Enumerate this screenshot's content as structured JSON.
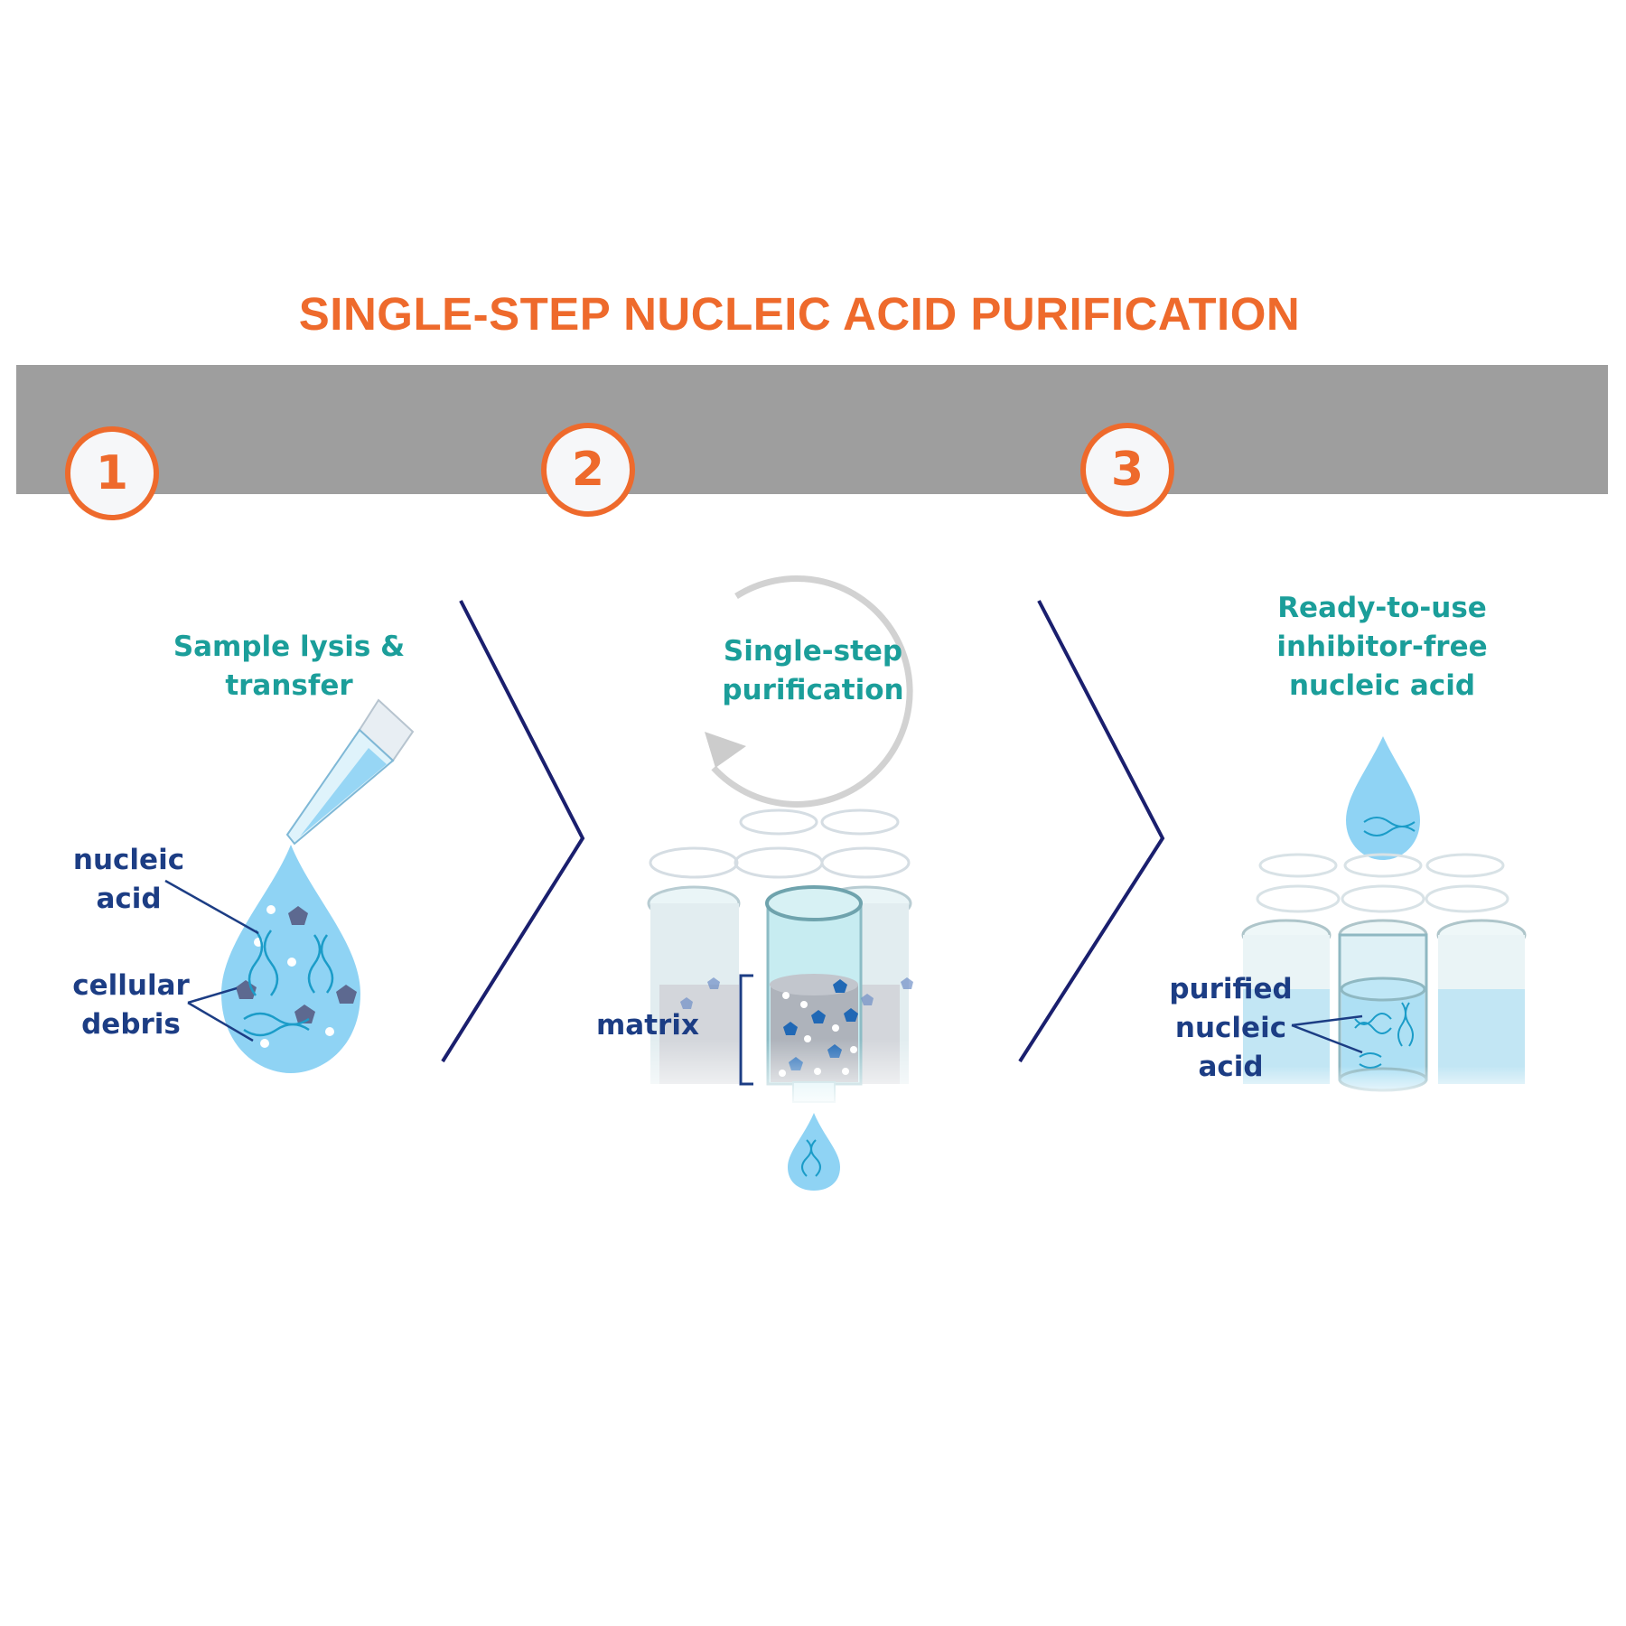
{
  "title": "SINGLE-STEP NUCLEIC ACID PURIFICATION",
  "colors": {
    "accent": "#ee6a2c",
    "band": "#9e9e9e",
    "teal_text": "#1b9e9a",
    "navy_text": "#1c3d84",
    "chevron": "#1a1f6e",
    "droplet": "#8fd3f4"
  },
  "steps": [
    {
      "number": "1",
      "caption_line1": "Sample lysis &",
      "caption_line2": "transfer",
      "labels": {
        "nucleic_acid_1": "nucleic",
        "nucleic_acid_2": "acid",
        "cellular_debris_1": "cellular",
        "cellular_debris_2": "debris"
      }
    },
    {
      "number": "2",
      "caption_line1": "Single-step",
      "caption_line2": "purification",
      "labels": {
        "matrix": "matrix"
      }
    },
    {
      "number": "3",
      "caption_line1": "Ready-to-use",
      "caption_line2": "inhibitor-free",
      "caption_line3": "nucleic acid",
      "labels": {
        "purified_1": "purified",
        "purified_2": "nucleic",
        "purified_3": "acid"
      }
    }
  ]
}
